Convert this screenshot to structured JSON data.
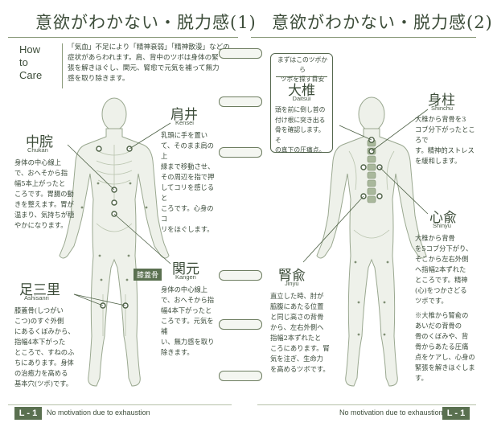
{
  "left": {
    "title": "意欲がわかない・脱力感(1)",
    "howto": {
      "l1": "How",
      "l2": "to",
      "l3": "Care"
    },
    "intro": [
      "「気血」不足により「精神衰弱」「精神散漫」などの",
      "症状があらわれます。肩、背中のツボは身体の緊",
      "張を解きほぐし、関元、腎愈で元気を補って無力",
      "感を取り除きます。"
    ],
    "points": {
      "kensei": {
        "name": "肩井",
        "romaji": "Kensei",
        "text": [
          "乳頭に手を置い",
          "て、そのまま肩の上",
          "縁まで移動させ、",
          "その周辺を指で押",
          "してコリを感じると",
          "ころです。心身のコ",
          "リをほぐします。"
        ]
      },
      "chukan": {
        "name": "中脘",
        "romaji": "Chukan",
        "text": [
          "身体の中心線上",
          "で、おへそから指",
          "幅5本上がったと",
          "ころです。胃腸の動",
          "きを整えます。胃が",
          "温まり、気持ちが穏",
          "やかになります。"
        ]
      },
      "kangen": {
        "name": "関元",
        "romaji": "Kangen",
        "text": [
          "身体の中心線上",
          "で、おへそから指",
          "幅4本下がったと",
          "ころです。元気を補",
          "い、無力感を取り",
          "除きます。"
        ]
      },
      "ashisanri": {
        "name": "足三里",
        "romaji": "Ashisanri",
        "text": [
          "膝蓋骨(しつがい",
          "こつ)のすぐ外側",
          "にあるくぼみから、",
          "指幅4本下がった",
          "ところで、すねのふ",
          "ちにあります。身体",
          "の治癒力を高める",
          "基本穴(ツボ)です。"
        ]
      }
    },
    "kneecap_tag": "膝蓋骨",
    "footer": {
      "badge": "L - 1",
      "text": "No motivation due to exhaustion"
    }
  },
  "right": {
    "title": "意欲がわかない・脱力感(2)",
    "callout": {
      "header": [
        "まずはこのツボから",
        "ツボを探す目安"
      ],
      "name": "大椎",
      "romaji": "Daitsui",
      "text": [
        "頭を前に倒し首の",
        "付け根に突き出る",
        "骨を確認します。そ",
        "の真下の圧痛点。"
      ]
    },
    "points": {
      "shinchu": {
        "name": "身柱",
        "romaji": "Shinchu",
        "text": [
          "大椎から背骨を3",
          "コブ分下がったところで",
          "す。精神的ストレス",
          "を緩和します。"
        ]
      },
      "shinyu": {
        "name": "心兪",
        "romaji": "Shinyu",
        "text": [
          "大椎から背骨",
          "を5コブ分下がり、",
          "そこから左右外側",
          "へ指幅2本ずれた",
          "ところです。精神",
          "(心)をつかさどる",
          "ツボです。"
        ],
        "note": [
          "※大椎から腎兪の",
          "あいだの背骨の",
          "骨のくぼみや、背",
          "骨からあたる圧痛",
          "点をケアし、心身の",
          "緊張を解きほぐしま",
          "す。"
        ]
      },
      "jinyu": {
        "name": "腎兪",
        "romaji": "Jinyu",
        "text": [
          "直立した時、肘が",
          "脇腹にあたる位置",
          "と同じ高さの背骨",
          "から、左右外側へ",
          "指幅2本ずれたと",
          "ころにあります。腎",
          "気を注ぎ、生命力",
          "を高めるツボです。"
        ]
      }
    },
    "footer": {
      "badge": "L - 1",
      "text": "No motivation due to exhaustion"
    }
  }
}
